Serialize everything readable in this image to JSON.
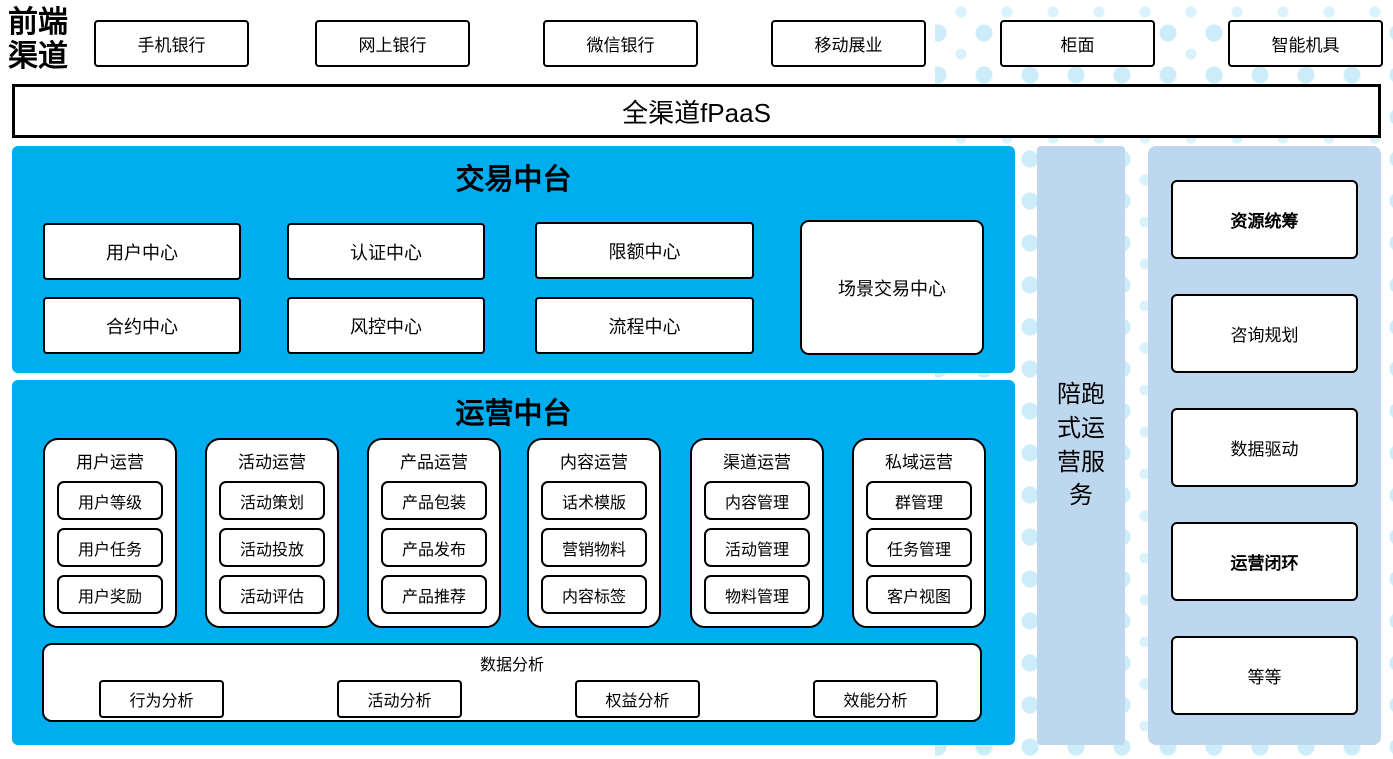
{
  "front_channels": {
    "label": "前端渠道",
    "items": [
      "手机银行",
      "网上银行",
      "微信银行",
      "移动展业",
      "柜面",
      "智能机具"
    ]
  },
  "fpaas": {
    "label": "全渠道fPaaS"
  },
  "trade_platform": {
    "title": "交易中台",
    "centers": [
      "用户中心",
      "认证中心",
      "限额中心",
      "合约中心",
      "风控中心",
      "流程中心"
    ],
    "scene_center": "场景交易中心"
  },
  "ops_platform": {
    "title": "运营中台",
    "columns": [
      {
        "title": "用户运营",
        "items": [
          "用户等级",
          "用户任务",
          "用户奖励"
        ]
      },
      {
        "title": "活动运营",
        "items": [
          "活动策划",
          "活动投放",
          "活动评估"
        ]
      },
      {
        "title": "产品运营",
        "items": [
          "产品包装",
          "产品发布",
          "产品推荐"
        ]
      },
      {
        "title": "内容运营",
        "items": [
          "话术模版",
          "营销物料",
          "内容标签"
        ]
      },
      {
        "title": "渠道运营",
        "items": [
          "内容管理",
          "活动管理",
          "物料管理"
        ]
      },
      {
        "title": "私域运营",
        "items": [
          "群管理",
          "任务管理",
          "客户视图"
        ]
      }
    ],
    "analysis": {
      "title": "数据分析",
      "items": [
        "行为分析",
        "活动分析",
        "权益分析",
        "效能分析"
      ]
    }
  },
  "accompany_bar": {
    "label": "陪跑式运营服务"
  },
  "right_services": {
    "items": [
      "资源统筹",
      "咨询规划",
      "数据驱动",
      "运营闭环",
      "等等"
    ]
  },
  "colors": {
    "primary_blue": "#00AEEF",
    "light_blue": "#BDD7EE",
    "dot_blue": "#CDECFA"
  }
}
